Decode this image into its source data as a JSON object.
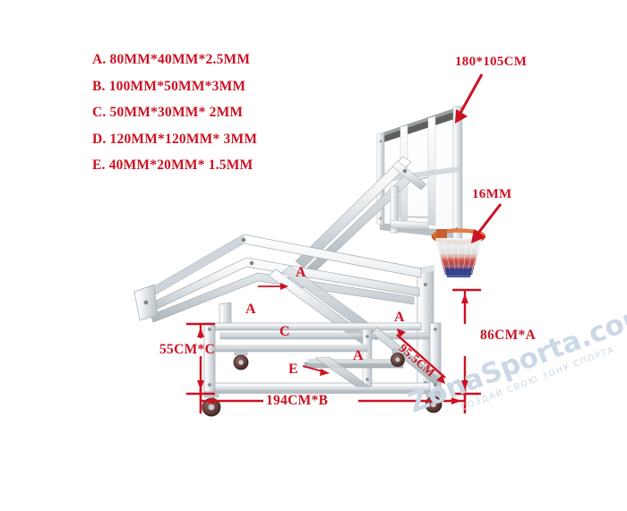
{
  "product": {
    "name": "portable-basketball-hoop-system",
    "view": "side-elevation-technical-diagram"
  },
  "specs": {
    "title": "tube-profile-legend",
    "items": [
      "A. 80MM*40MM*2.5MM",
      "B. 100MM*50MM*3MM",
      "C. 50MM*30MM* 2MM",
      "D. 120MM*120MM* 3MM",
      "E. 40MM*20MM* 1.5MM"
    ]
  },
  "callouts": {
    "backboard_size": "180*105CM",
    "rim_thickness": "16MM"
  },
  "dimensions": {
    "base_height": "55CM*C",
    "frame_height": "86CM*A",
    "base_length": "194CM*B",
    "diagonal_brace": "95.5CM"
  },
  "part_labels": {
    "a1": "A",
    "a2": "A",
    "a3": "A",
    "a4": "A",
    "c1": "C",
    "e1": "E"
  },
  "watermark": {
    "brand": "ZonaSporta.com",
    "tagline": "СОЗДАЙ СВОЮ ЗОНУ СПОРТА"
  },
  "colors": {
    "annotation_red": "#cc1122",
    "frame_metal": "#e9ecef",
    "rim_orange": "#d8622c",
    "net_red": "#cc3322",
    "net_blue": "#2a3f8f",
    "watermark_blue": "#ccd8e6"
  }
}
